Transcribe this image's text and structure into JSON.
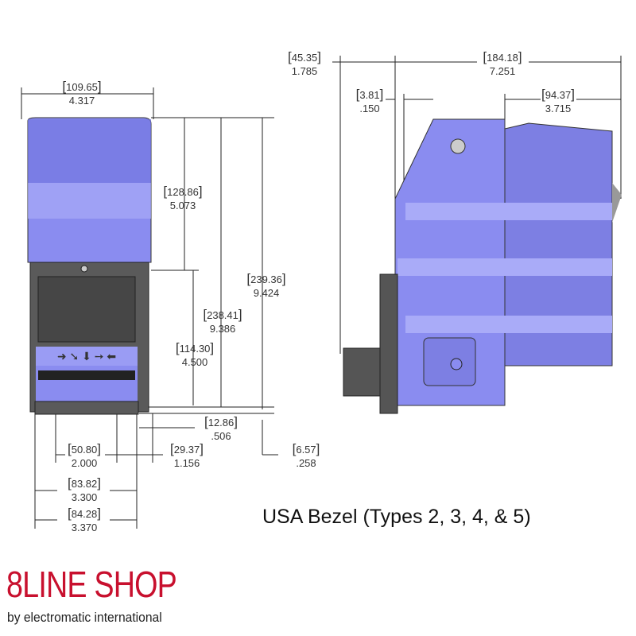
{
  "title": "USA Bezel (Types 2, 3, 4, & 5)",
  "logo": {
    "name": "8LINE SHOP",
    "tagline": "by electromatic international"
  },
  "colors": {
    "body": "#8a8cf0",
    "bezel": "#555555",
    "logo": "#c8102e"
  },
  "dimensions": [
    {
      "id": "width-top",
      "mm": "109.65",
      "in": "4.317"
    },
    {
      "id": "upper-height",
      "mm": "128.86",
      "in": "5.073"
    },
    {
      "id": "overall-height",
      "mm": "239.36",
      "in": "9.424"
    },
    {
      "id": "height-2",
      "mm": "238.41",
      "in": "9.386"
    },
    {
      "id": "bezel-height",
      "mm": "114.30",
      "in": "4.500"
    },
    {
      "id": "offset-bottom",
      "mm": "12.86",
      "in": ".506"
    },
    {
      "id": "side-offset",
      "mm": "29.37",
      "in": "1.156"
    },
    {
      "id": "base-offset",
      "mm": "6.57",
      "in": ".258"
    },
    {
      "id": "hole-spacing",
      "mm": "50.80",
      "in": "2.000"
    },
    {
      "id": "base-width",
      "mm": "83.82",
      "in": "3.300"
    },
    {
      "id": "bezel-width",
      "mm": "84.28",
      "in": "3.370"
    },
    {
      "id": "front-depth",
      "mm": "45.35",
      "in": "1.785"
    },
    {
      "id": "overall-depth",
      "mm": "184.18",
      "in": "7.251"
    },
    {
      "id": "flange",
      "mm": "3.81",
      "in": ".150"
    },
    {
      "id": "rear-depth",
      "mm": "94.37",
      "in": "3.715"
    }
  ]
}
